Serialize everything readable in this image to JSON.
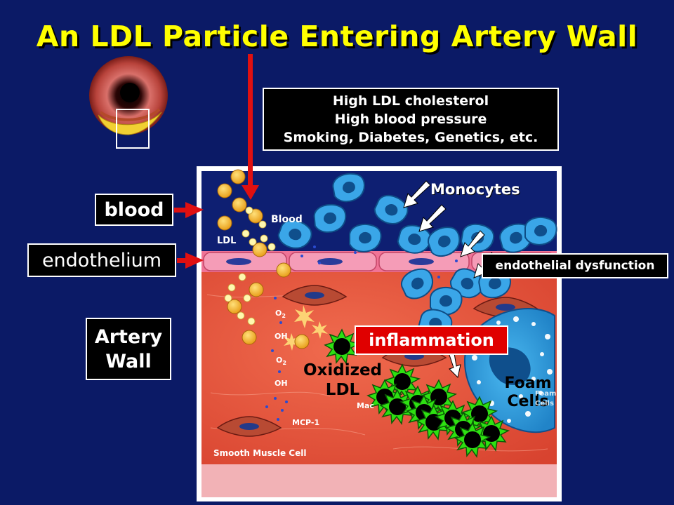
{
  "title": "An LDL Particle Entering Artery Wall",
  "risk_factors": [
    "High LDL cholesterol",
    "High blood pressure",
    "Smoking, Diabetes, Genetics, etc."
  ],
  "labels": {
    "blood": "blood",
    "endothelium": "endothelium",
    "artery_wall": [
      "Artery",
      "Wall"
    ],
    "endothelial_dysfunction": "endothelial dysfunction",
    "inflammation": "inflammation",
    "monocytes": "Monocytes",
    "oxidized_ldl": [
      "Oxidized",
      "LDL"
    ],
    "foam_cells": [
      "Foam",
      "Cells"
    ]
  },
  "diagram_labels": {
    "blood": "Blood",
    "ldl": "LDL",
    "mcp1": "MCP-1",
    "smooth_muscle_cell": "Smooth Muscle Cell",
    "o2": "O",
    "o2_sub": "2",
    "oh": "OH",
    "macrophage_partial": "Mac",
    "foam_partial_1": "Foam",
    "foam_partial_2": "Cells"
  },
  "colors": {
    "background": "#0b1a66",
    "title": "#ffff00",
    "arrow": "#e01010",
    "ldl_particle": "#f5b82a",
    "oxidized_ldl": "#33dd11",
    "monocyte": "#3aa6e8",
    "artery_wall": "#e8563f"
  }
}
